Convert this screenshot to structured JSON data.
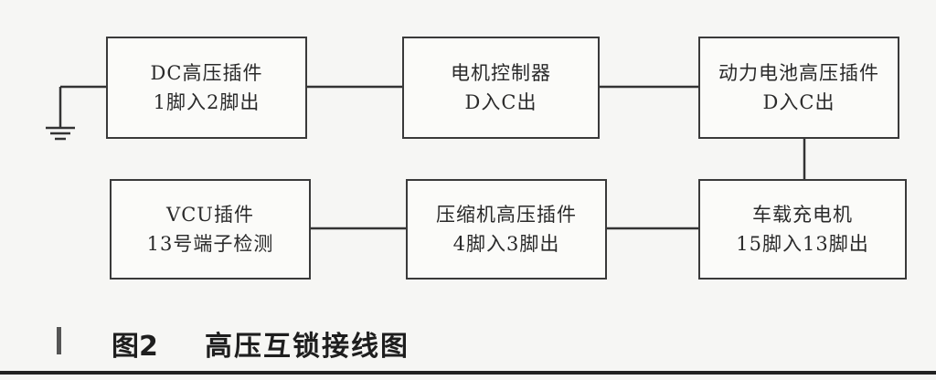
{
  "diagram": {
    "blocks": {
      "dc_plug": {
        "line1": "DC高压插件",
        "line2": "1脚入2脚出"
      },
      "motor_ctrl": {
        "line1": "电机控制器",
        "line2": "D入C出"
      },
      "battery_plug": {
        "line1": "动力电池高压插件",
        "line2": "D入C出"
      },
      "vcu_plug": {
        "line1": "VCU插件",
        "line2": "13号端子检测"
      },
      "compressor_plug": {
        "line1": "压缩机高压插件",
        "line2": "4脚入3脚出"
      },
      "obc": {
        "line1": "车载充电机",
        "line2": "15脚入13脚出"
      }
    }
  },
  "caption": {
    "figure_number": "图2",
    "title": "高压互锁接线图"
  },
  "colors": {
    "line": "#333333",
    "box_border": "#3a3a3a",
    "background": "#f6f6f4"
  }
}
